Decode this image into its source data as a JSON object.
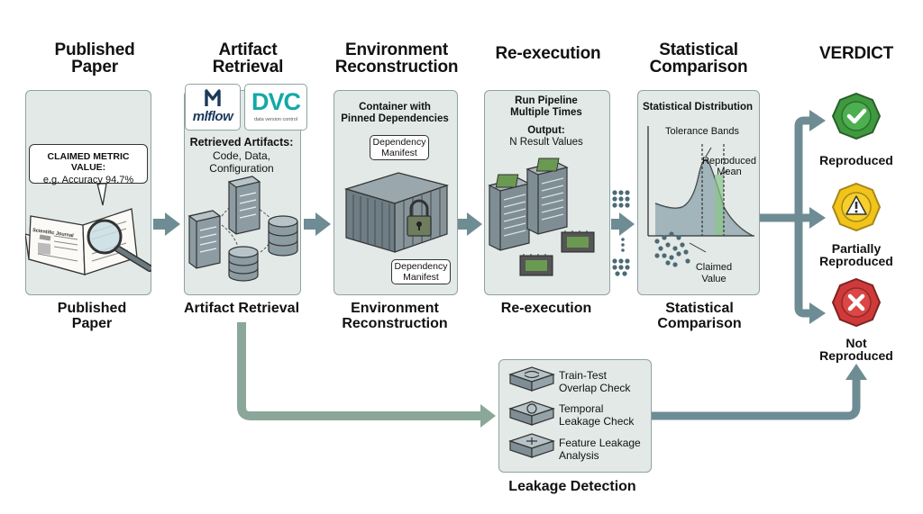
{
  "headers": {
    "published_paper": "Published Paper",
    "artifact_retrieval": "Artifact Retrieval",
    "environment_reconstruction": "Environment Reconstruction",
    "re_execution": "Re-execution",
    "statistical_comparison": "Statistical Comparison",
    "verdict": "VERDICT"
  },
  "footers": {
    "published_paper": "Published Paper",
    "artifact_retrieval": "Artifact Retrieval",
    "environment_reconstruction": "Environment Reconstruction",
    "re_execution": "Re-execution",
    "statistical_comparison": "Statistical Comparison"
  },
  "paper": {
    "claimed_title": "CLAIMED METRIC VALUE:",
    "claimed_example": "e.g. Accuracy 94.7%",
    "journal_label": "Scientific Journal"
  },
  "artifacts": {
    "mlflow_text": "mlflow",
    "dvc_text": "DVC",
    "dvc_sub": "data version control",
    "retrieved_title": "Retrieved Artifacts:",
    "retrieved_items": "Code, Data, Configuration"
  },
  "environment": {
    "title": "Container with Pinned Dependencies",
    "manifest_top": "Dependency Manifest",
    "manifest_bottom": "Dependency Manifest"
  },
  "reexec": {
    "title": "Run Pipeline Multiple Times",
    "output_title": "Output:",
    "output_desc": "N Result Values"
  },
  "stats": {
    "title": "Statistical Distribution",
    "tolerance": "Tolerance Bands",
    "reproduced_mean": "Reproduced Mean",
    "claimed_value": "Claimed Value"
  },
  "verdicts": {
    "reproduced": "Reproduced",
    "partially": "Partially Reproduced",
    "not": "Not Reproduced"
  },
  "leakage": {
    "title": "Leakage Detection",
    "checks": [
      "Train-Test Overlap Check",
      "Temporal Leakage Check",
      "Feature Leakage Analysis"
    ]
  },
  "colors": {
    "panel": "#e2e9e7",
    "arrow": "#6e8c94",
    "leak_arrow": "#8aa79a",
    "green": "#3f9a3f",
    "yellow": "#f0c419",
    "red": "#d0393a"
  }
}
